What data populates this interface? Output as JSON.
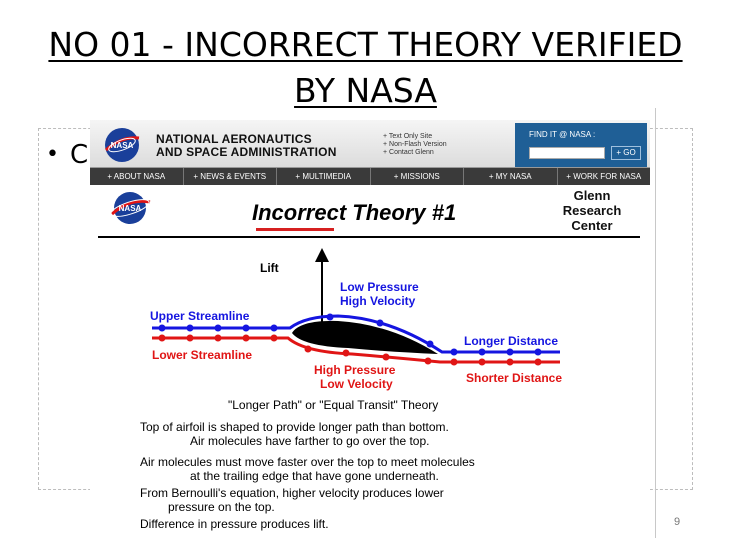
{
  "slide": {
    "title_line1": "NO 01 - INCORRECT THEORY  VERIFIED",
    "title_line2": "BY NASA",
    "bullet_symbol": "•",
    "bullet_text": "C",
    "page_number": "9"
  },
  "nasa_header": {
    "agency_line1": "NATIONAL AERONAUTICS",
    "agency_line2": "AND SPACE ADMINISTRATION",
    "links": [
      "+ Text Only Site",
      "+ Non-Flash Version",
      "+ Contact Glenn"
    ],
    "find_label": "FIND IT @ NASA :",
    "go_label": "+ GO",
    "nav": [
      "+ ABOUT NASA",
      "+ NEWS & EVENTS",
      "+ MULTIMEDIA",
      "+ MISSIONS",
      "+ MY NASA",
      "+ WORK FOR NASA"
    ]
  },
  "diagram": {
    "title_word1": "Incorrect",
    "title_rest": "Theory #1",
    "center_line1": "Glenn",
    "center_line2": "Research",
    "center_line3": "Center",
    "lift": "Lift",
    "low_pressure": "Low Pressure",
    "high_velocity": "High Velocity",
    "upper_streamline": "Upper Streamline",
    "lower_streamline": "Lower Streamline",
    "longer_distance": "Longer Distance",
    "shorter_distance": "Shorter Distance",
    "high_pressure": "High Pressure",
    "low_velocity": "Low Velocity",
    "theory_name": "\"Longer Path\" or \"Equal Transit\" Theory",
    "explanations": [
      [
        "Top of airfoil is shaped to provide longer path than bottom.",
        "Air molecules have farther to go over the top."
      ],
      [
        "Air molecules must move faster over the top to meet molecules",
        "at the trailing edge that have gone underneath."
      ],
      [
        "From Bernoulli's equation,  higher velocity produces lower",
        "pressure on the top."
      ],
      [
        "Difference in pressure produces lift."
      ]
    ],
    "colors": {
      "upper": "#1515e0",
      "lower": "#e01515",
      "nasa_blue": "#1f5f96"
    }
  }
}
